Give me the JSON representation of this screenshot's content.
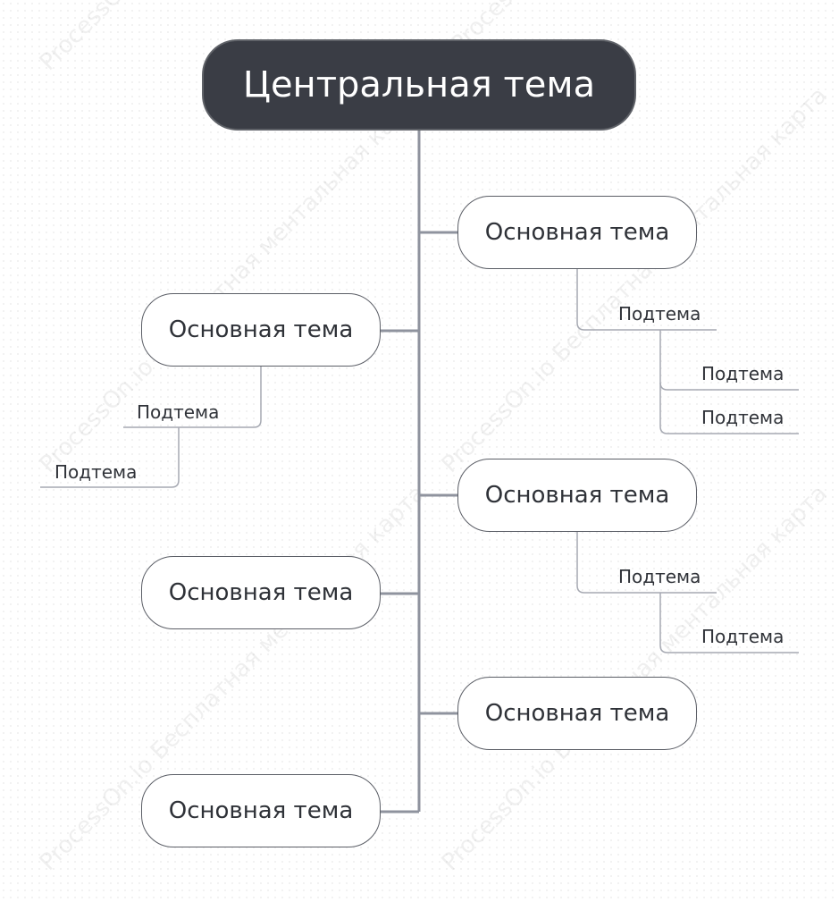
{
  "mindmap": {
    "central_topic": "Центральная тема",
    "main_topic_label": "Основная тема",
    "subtopic_label": "Подтема",
    "watermark": "ProcessOn.io Бесплатная ментальная карта",
    "colors": {
      "central_fill": "#3a3d45",
      "central_text": "#ffffff",
      "node_border": "#5b5e66",
      "connector": "#8f939e"
    }
  }
}
